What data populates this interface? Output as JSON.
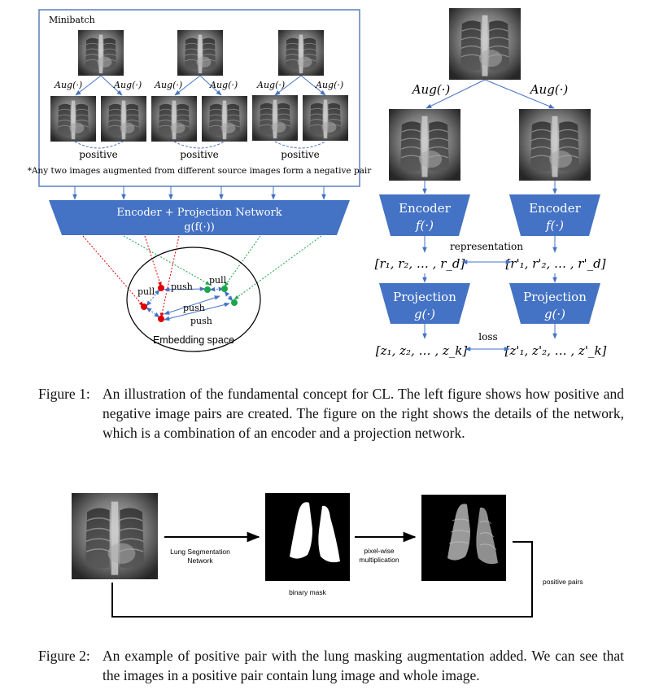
{
  "figure1": {
    "minibatch_label": "Minibatch",
    "aug_label": "Aug(·)",
    "positive_label": "positive",
    "negative_note": "*Any two images augmented from different source images form a negative pair",
    "encoder_projection_line1": "Encoder + Projection Network",
    "encoder_projection_line2": "g(f(·))",
    "pull_label": "pull",
    "push_label": "push",
    "embedding_space_label": "Embedding space",
    "encoder_label": "Encoder",
    "encoder_fn": "f(·)",
    "projection_label": "Projection",
    "projection_fn": "g(·)",
    "representation_label": "representation",
    "loss_label": "loss",
    "r_left": "[r₁, r₂, … , r_d]",
    "r_right": "[r'₁, r'₂, … , r'_d]",
    "z_left": "[z₁, z₂, … , z_k]",
    "z_right": "[z'₁, z'₂, … , z'_k]",
    "caption_label": "Figure 1:",
    "caption_text": "An illustration of the fundamental concept for CL. The left figure shows how positive and negative image pairs are created. The figure on the right shows the details of the network, which is a combination of an encoder and a projection network."
  },
  "figure2": {
    "segmentation_label_line1": "Lung Segmentation",
    "segmentation_label_line2": "Network",
    "binary_mask_label": "binary mask",
    "pixelwise_line1": "pixel-wise",
    "pixelwise_line2": "multiplication",
    "positive_pairs_label": "positive pairs",
    "caption_label": "Figure 2:",
    "caption_text": "An example of positive pair with the lung masking augmentation added. We can see that the images in a positive pair contain lung image and whole image."
  },
  "colors": {
    "block_blue": "#4472c4",
    "arrow_blue": "#4472c4",
    "red_dot": "#e00000",
    "green_dot": "#1aa64a",
    "box_border": "#5b7fbf"
  }
}
